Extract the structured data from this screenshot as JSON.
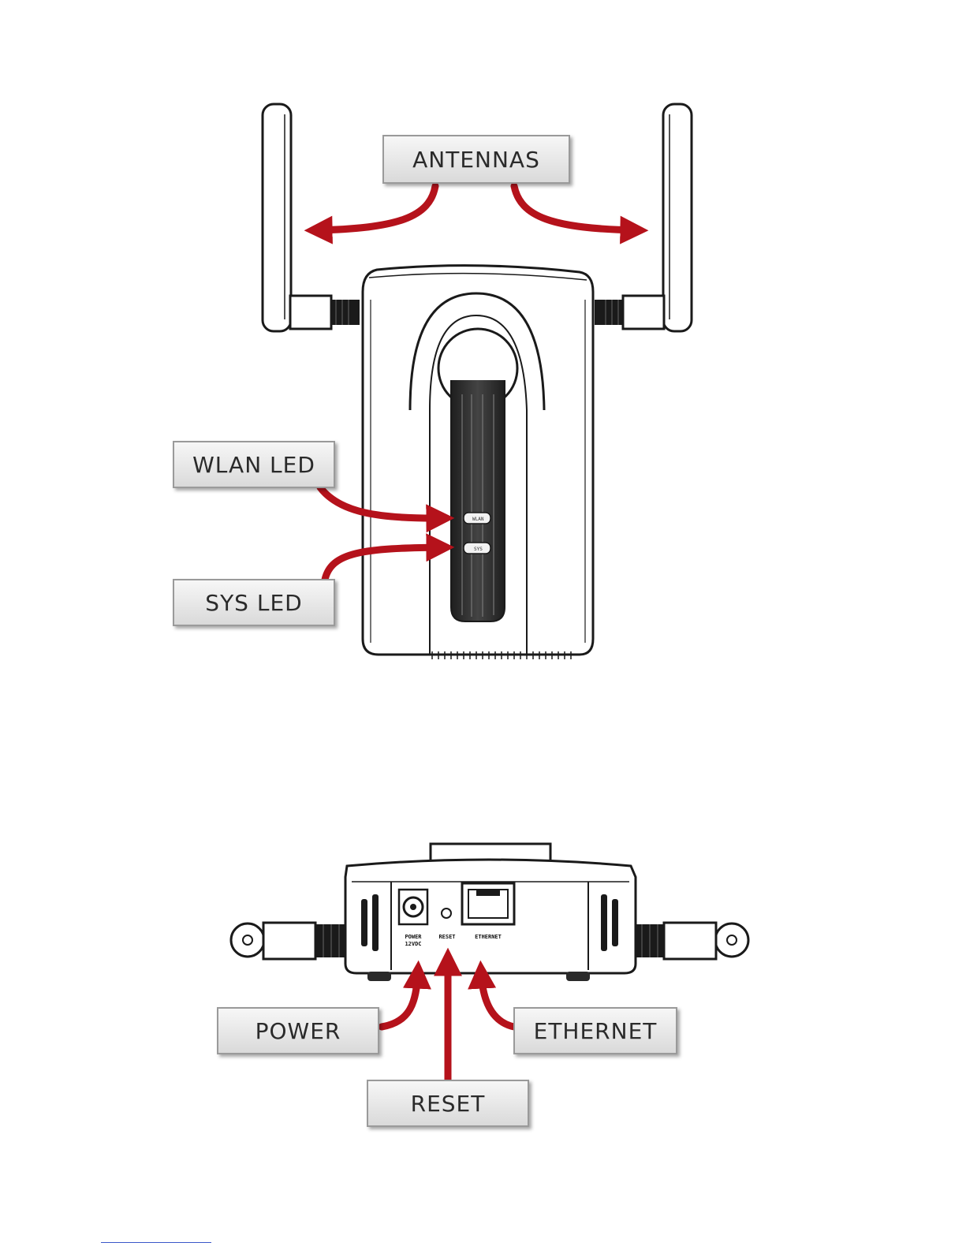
{
  "labels": {
    "antennas": "ANTENNAS",
    "wlan_led": "WLAN LED",
    "sys_led": "SYS LED",
    "power": "POWER",
    "reset": "RESET",
    "ethernet": "ETHERNET"
  },
  "device_markings": {
    "port_power": "POWER",
    "port_power_rating": "12VDC",
    "port_reset": "RESET",
    "port_ethernet": "ETHERNET",
    "led_wlan": "WLAN",
    "led_sys": "SYS"
  },
  "colors": {
    "arrow": "#b5121b",
    "label_fill": "#e4e4e4",
    "label_border": "#9a9a9a",
    "outline": "#1a1a1a"
  }
}
